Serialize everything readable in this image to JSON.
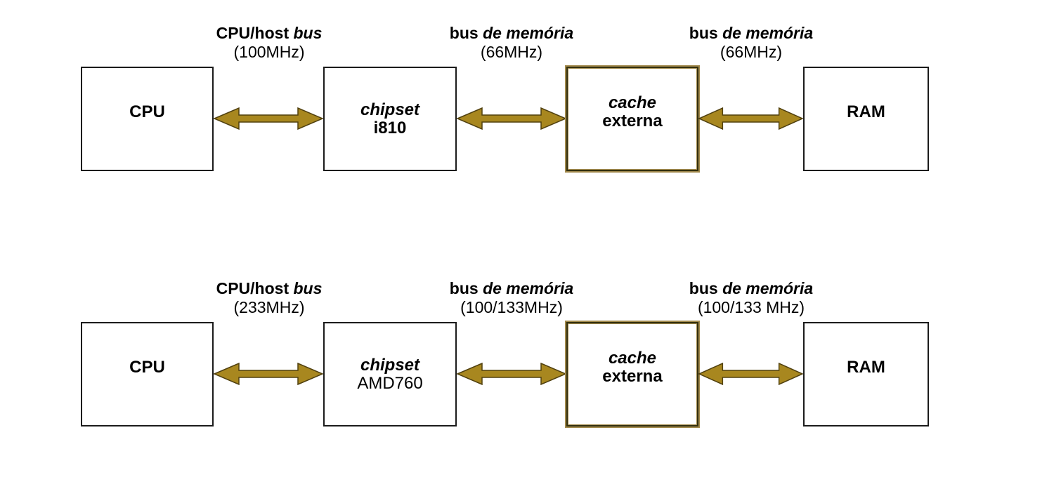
{
  "colors": {
    "arrow_fill": "#A8871F",
    "arrow_outline": "#50400F",
    "box_border": "#1B1B1B",
    "cache_border_tan": "#A1894C",
    "text": "#000000",
    "page_bg": "#FFFFFF"
  },
  "diagram": {
    "rows": [
      {
        "buses": [
          {
            "prefix": "CPU/host ",
            "emphasis": "bus",
            "freq": "(100MHz)"
          },
          {
            "prefix": "bus ",
            "emphasis": "de memória",
            "freq": "(66MHz)"
          },
          {
            "prefix": "bus ",
            "emphasis": "de memória",
            "freq": "(66MHz)"
          }
        ],
        "boxes": [
          {
            "line1": "CPU"
          },
          {
            "line1": "chipset",
            "line2": "i810"
          },
          {
            "line1": "cache",
            "line2": "externa"
          },
          {
            "line1": "RAM"
          }
        ]
      },
      {
        "buses": [
          {
            "prefix": "CPU/host ",
            "emphasis": "bus",
            "freq": "(233MHz)"
          },
          {
            "prefix": "bus ",
            "emphasis": "de memória",
            "freq": "(100/133MHz)"
          },
          {
            "prefix": "bus ",
            "emphasis": "de memória",
            "freq": "(100/133 MHz)"
          }
        ],
        "boxes": [
          {
            "line1": "CPU"
          },
          {
            "line1": "chipset",
            "line2": "AMD760"
          },
          {
            "line1": "cache",
            "line2": "externa"
          },
          {
            "line1": "RAM"
          }
        ]
      }
    ]
  }
}
